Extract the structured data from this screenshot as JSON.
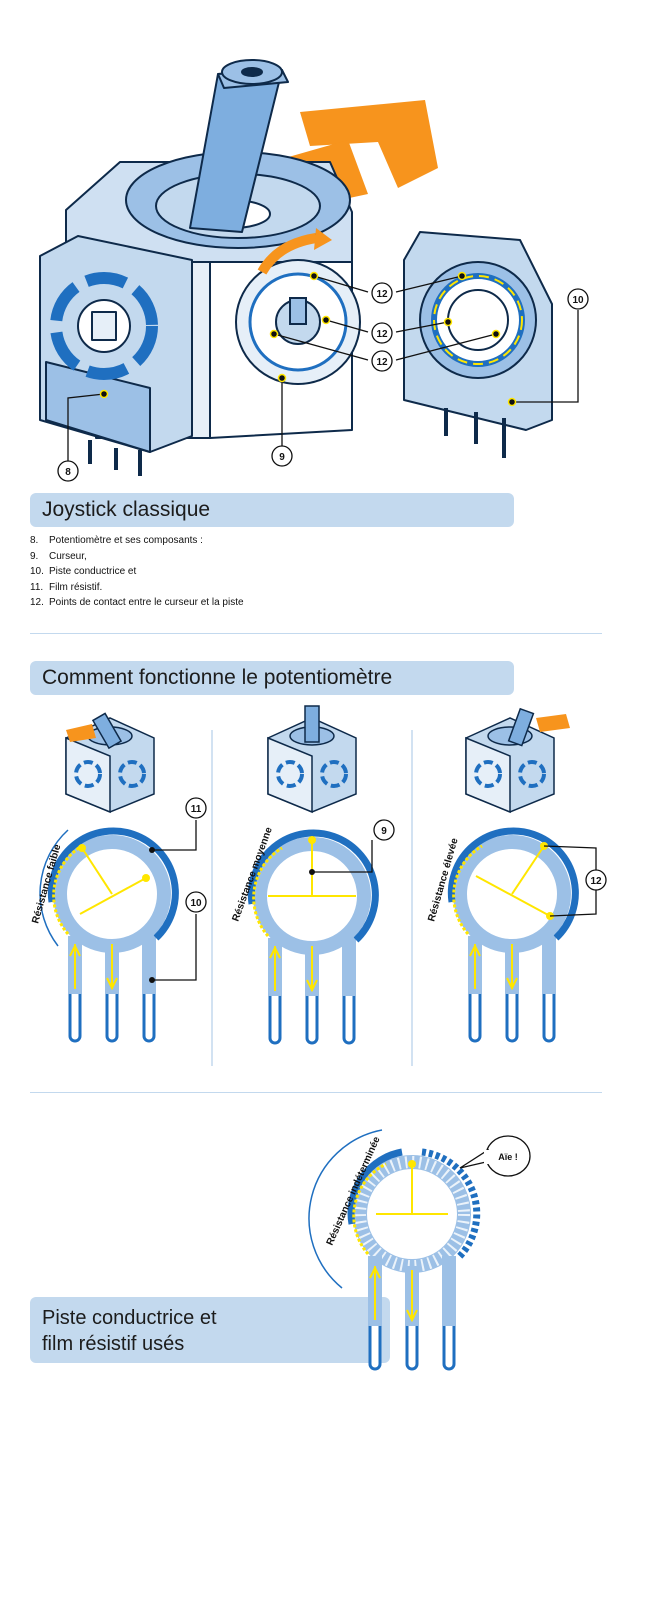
{
  "section1": {
    "title": "Joystick classique",
    "callouts": [
      "8",
      "9",
      "10",
      "12",
      "12",
      "12"
    ],
    "legend": [
      {
        "num": "8.",
        "text": "Potentiomètre et ses composants :"
      },
      {
        "num": "9.",
        "text": "Curseur,"
      },
      {
        "num": "10.",
        "text": "Piste conductrice et"
      },
      {
        "num": "11.",
        "text": "Film résistif."
      },
      {
        "num": "12.",
        "text": "Points de contact entre le curseur et la piste"
      }
    ]
  },
  "section2": {
    "title": "Comment fonctionne le potentiomètre",
    "panels": [
      {
        "resistance_label": "Résistance faible",
        "callouts": [
          "11",
          "10"
        ]
      },
      {
        "resistance_label": "Résistance moyenne",
        "callouts": [
          "9"
        ]
      },
      {
        "resistance_label": "Résistance élevée",
        "callouts": [
          "12"
        ]
      }
    ]
  },
  "section3": {
    "title_line1": "Piste conductrice et",
    "title_line2": "film résistif usés",
    "resistance_label": "Résistance indéterminée",
    "speech": "Aïe !"
  },
  "colors": {
    "accent_blue": "#1f6fc0",
    "light_blue": "#9cc0e6",
    "pale_blue": "#c3d9ee",
    "orange": "#f7941d",
    "yellow": "#ffe600"
  }
}
